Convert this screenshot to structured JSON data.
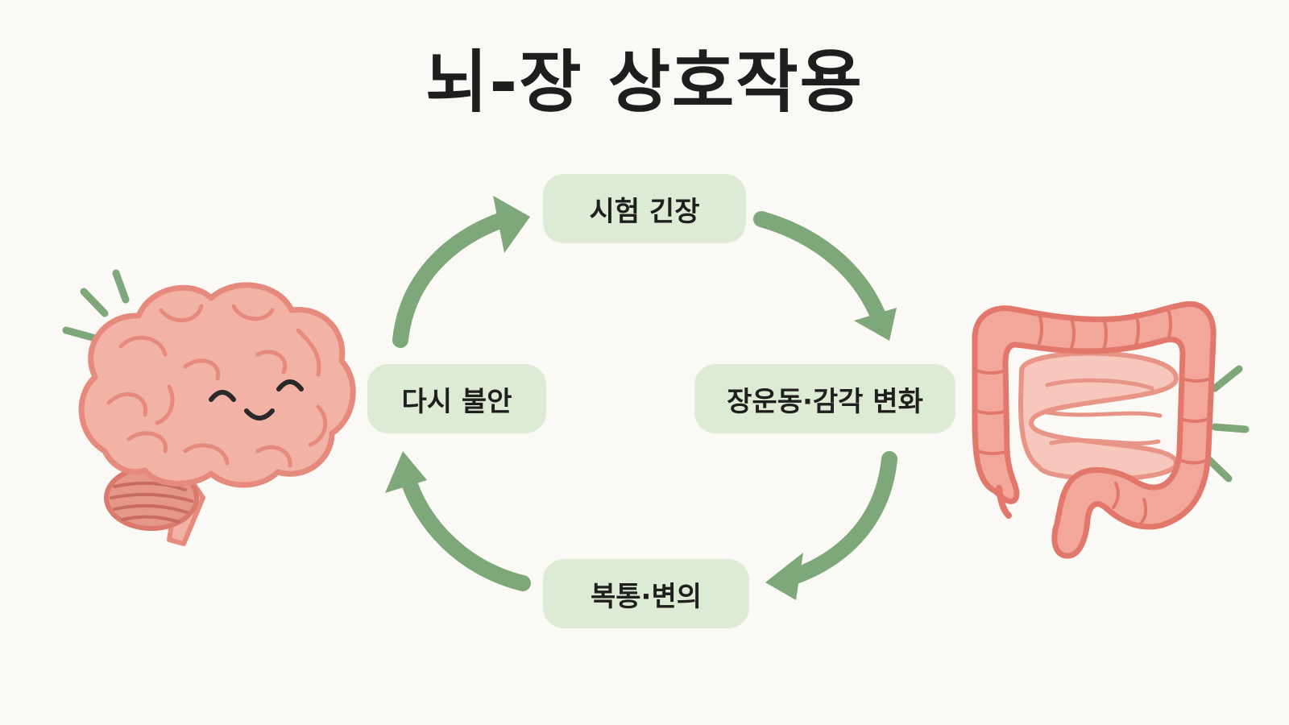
{
  "title": "뇌-장 상호작용",
  "cycle": {
    "top": "시험 긴장",
    "right": "장운동·감각 변화",
    "bottom": "복통·변의",
    "left": "다시 불안"
  },
  "colors": {
    "arrow": "#7fa87a",
    "pill_bg": "#ddebd4",
    "brain_fill": "#f3b2a6",
    "brain_stroke": "#e58a7c",
    "gut_fill": "#f2a79a",
    "gut_stroke": "#e1786b",
    "background": "#faf9f5"
  },
  "icons": [
    "brain-icon",
    "intestine-icon"
  ]
}
